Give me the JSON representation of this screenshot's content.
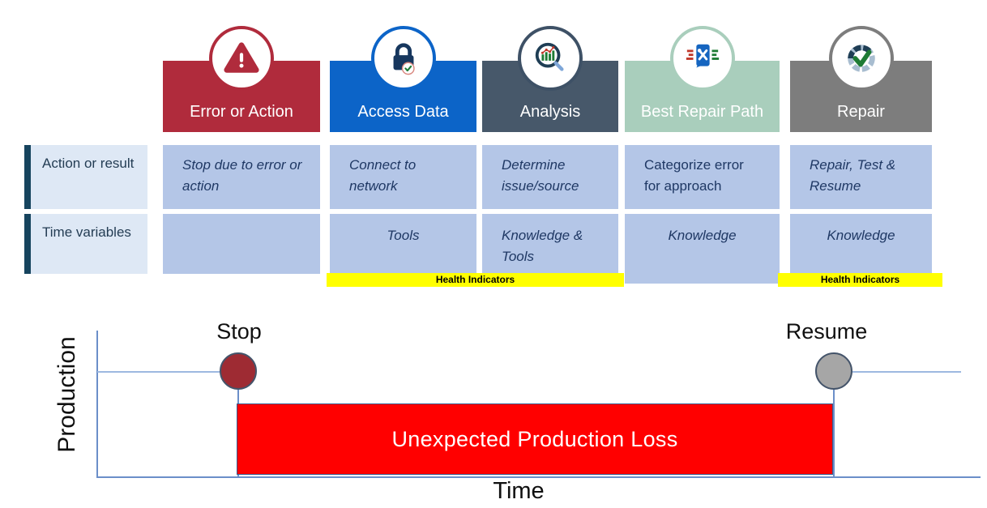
{
  "process": {
    "row_labels": [
      {
        "label": "Action or result"
      },
      {
        "label": "Time variables"
      }
    ],
    "columns": [
      {
        "title": "Error or Action",
        "icon": "warning-triangle-icon",
        "bar_color": "#B02B3C",
        "action_result": "Stop due to error or action",
        "time_variables": ""
      },
      {
        "title": "Access Data",
        "icon": "lock-check-icon",
        "bar_color": "#0C64C8",
        "action_result": "Connect to network",
        "time_variables": "Tools"
      },
      {
        "title": "Analysis",
        "icon": "magnifier-chart-icon",
        "bar_color": "#47586A",
        "action_result": "Determine issue/source",
        "time_variables": "Knowledge & Tools"
      },
      {
        "title": "Best Repair Path",
        "icon": "device-repair-tools-icon",
        "bar_color": "#A9CEBC",
        "action_result": "Categorize error for approach",
        "time_variables": "Knowledge"
      },
      {
        "title": "Repair",
        "icon": "progress-check-icon",
        "bar_color": "#7D7D7D",
        "action_result": "Repair, Test & Resume",
        "time_variables": "Knowledge"
      }
    ],
    "health_indicators": [
      {
        "label": "Health Indicators"
      },
      {
        "label": "Health Indicators"
      }
    ]
  },
  "chart": {
    "y_axis_label": "Production",
    "x_axis_label": "Time",
    "stop_label": "Stop",
    "resume_label": "Resume",
    "loss_label": "Unexpected Production Loss"
  },
  "colors": {
    "cell_blue": "#B4C6E7",
    "row_label_blue": "#DEE8F5",
    "row_label_accent": "#16445E",
    "health_yellow": "#FFFF00",
    "loss_red": "#FF0000",
    "stop_dot_red": "#9E2B33",
    "resume_dot_gray": "#A6A6A6",
    "axis_blue": "#6B8FC9"
  }
}
